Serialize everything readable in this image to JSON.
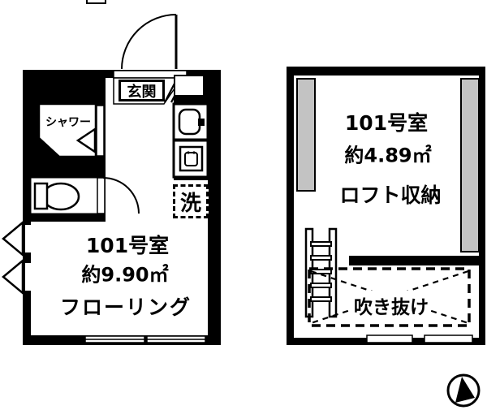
{
  "colors": {
    "wall": "#000000",
    "floor_background": "#ffffff",
    "loft_low_wall_gray": "#c3c3c3"
  },
  "left_unit": {
    "entrance_label": "玄関",
    "shower_label": "シャワー",
    "laundry_label": "洗",
    "room_name": "101号室",
    "room_area": "約9.90㎡",
    "floor_type": "フローリング"
  },
  "right_unit": {
    "room_name": "101号室",
    "room_area": "約4.89㎡",
    "loft_label": "ロフト収納",
    "void_label": "吹き抜け"
  },
  "icons": {
    "compass": "north-arrow-icon",
    "ladder": "loft-ladder-icon",
    "toilet": "toilet-icon",
    "sink": "kitchen-sink-icon",
    "stove": "single-burner-stove-icon",
    "entrance_door": "swing-door-arc-icon",
    "toilet_door": "swing-door-arc-icon",
    "shower_door": "folding-door-triangle-icon",
    "windows": "window-opening-icon"
  }
}
